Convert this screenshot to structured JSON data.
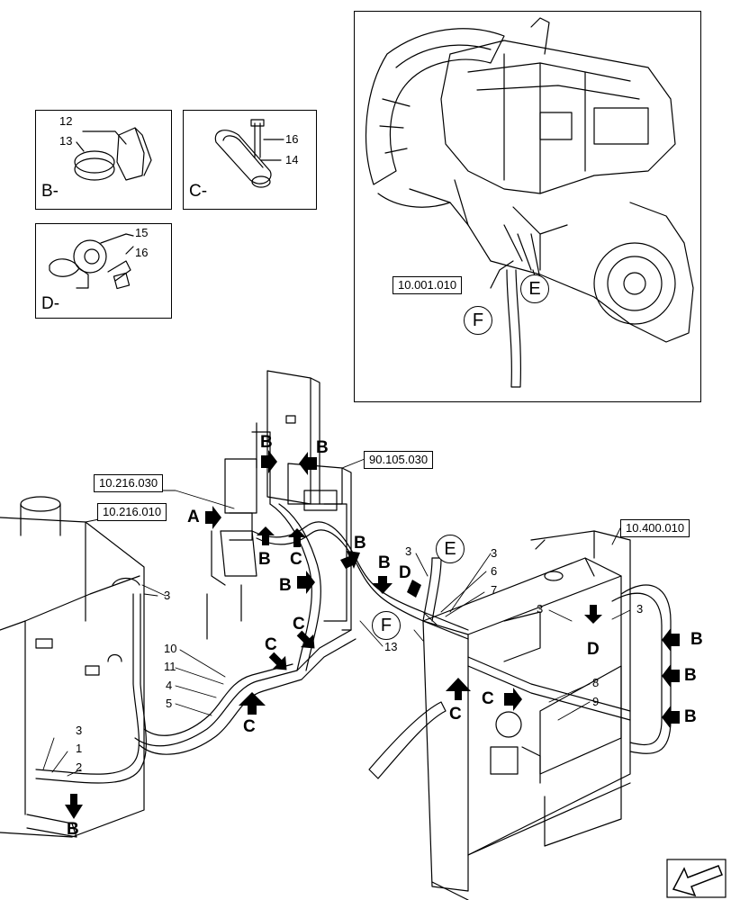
{
  "detail_boxes": {
    "b": {
      "label": "B-",
      "parts": [
        "12",
        "13"
      ]
    },
    "c": {
      "label": "C-",
      "parts": [
        "16",
        "14"
      ]
    },
    "d": {
      "label": "D-",
      "parts": [
        "15",
        "16"
      ]
    }
  },
  "engine_view": {
    "ref": "10.001.010",
    "callouts": [
      "E",
      "F"
    ]
  },
  "main_view": {
    "refs": [
      "10.216.030",
      "10.216.010",
      "90.105.030",
      "10.400.010"
    ],
    "circle_callouts": [
      "E",
      "F"
    ],
    "arrow_letters": {
      "a": "A",
      "b": "B",
      "c": "C",
      "d": "D"
    },
    "part_numbers": {
      "p1": "1",
      "p2": "2",
      "p3": "3",
      "p4": "4",
      "p5": "5",
      "p6": "6",
      "p7": "7",
      "p8": "8",
      "p9": "9",
      "p10": "10",
      "p11": "11",
      "p13": "13"
    }
  }
}
